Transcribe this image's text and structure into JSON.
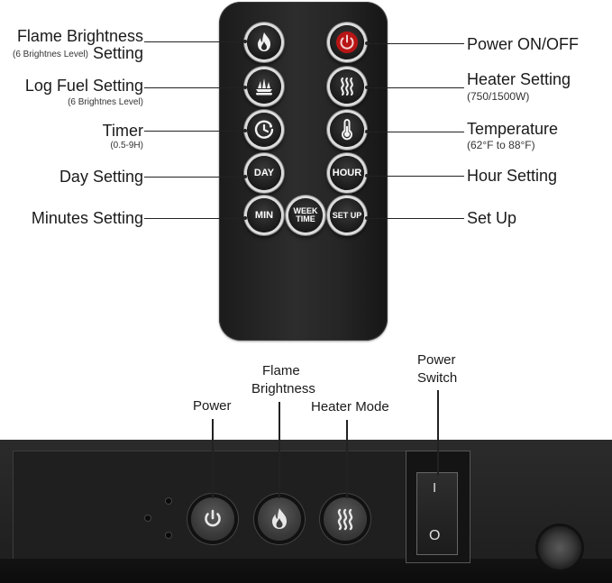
{
  "remote": {
    "buttons": [
      {
        "name": "flame-brightness",
        "text": ""
      },
      {
        "name": "power",
        "text": ""
      },
      {
        "name": "log-fuel",
        "text": ""
      },
      {
        "name": "heater",
        "text": ""
      },
      {
        "name": "timer",
        "text": ""
      },
      {
        "name": "temperature",
        "text": ""
      },
      {
        "name": "day",
        "text": "DAY"
      },
      {
        "name": "hour",
        "text": "HOUR"
      },
      {
        "name": "min",
        "text": "MIN"
      },
      {
        "name": "week-time",
        "text_line1": "WEEK",
        "text_line2": "TIME"
      },
      {
        "name": "set-up",
        "text": "SET UP"
      }
    ]
  },
  "left_labels": {
    "flame_title_1": "Flame Brightness",
    "flame_sub": "(6 Brightnes Level)",
    "flame_title_2": "Setting",
    "log_title": "Log Fuel Setting",
    "log_sub": "(6 Brightnes Level)",
    "timer_title": "Timer",
    "timer_sub": "(0.5-9H)",
    "day_title": "Day Setting",
    "minutes_title": "Minutes Setting"
  },
  "right_labels": {
    "power_title": "Power ON/OFF",
    "heater_title": "Heater Setting",
    "heater_sub": "(750/1500W)",
    "temp_title": "Temperature",
    "temp_sub": "(62°F to 88°F)",
    "hour_title": "Hour Setting",
    "setup_title": "Set Up"
  },
  "panel_labels": {
    "power": "Power",
    "flame_1": "Flame",
    "flame_2": "Brightness",
    "heater_mode": "Heater Mode",
    "switch_1": "Power",
    "switch_2": "Switch"
  },
  "switch": {
    "on_mark": "I",
    "off_mark": "O"
  },
  "colors": {
    "power_icon": "#d11a1a",
    "panel_icon": "#e8e8e8",
    "remote_body": "#262626"
  },
  "icons": [
    "flame-icon",
    "power-icon",
    "logs-icon",
    "heat-waves-icon",
    "timer-icon",
    "thermometer-icon"
  ]
}
